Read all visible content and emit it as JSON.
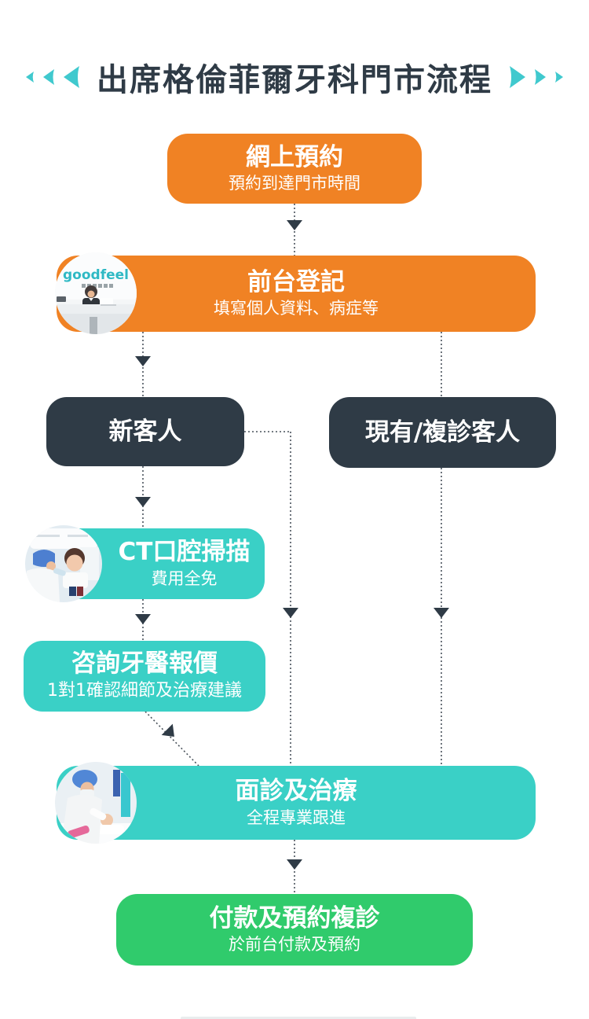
{
  "header": {
    "title": "出席格倫菲爾牙科門市流程"
  },
  "colors": {
    "accent_teal_arrows": "#40C9CE",
    "orange": "#F08224",
    "dark_navy": "#2F3B46",
    "teal": "#3AD0C6",
    "green": "#30CB6C",
    "connector_line": "#49525B",
    "title_text": "#2F3B46"
  },
  "flow": {
    "nodes": [
      {
        "id": "online-booking",
        "title": "網上預約",
        "subtitle": "預約到達門市時間",
        "color": "orange"
      },
      {
        "id": "front-desk-registration",
        "title": "前台登記",
        "subtitle": "填寫個人資料、病症等",
        "color": "orange",
        "photo": "goodfeel-reception-photo",
        "logo_text": "goodfeel"
      },
      {
        "id": "new-customer",
        "title": "新客人",
        "color": "dark"
      },
      {
        "id": "existing-returning-customer",
        "title": "現有/複診客人",
        "color": "dark"
      },
      {
        "id": "ct-oral-scan",
        "title": "CT口腔掃描",
        "subtitle": "費用全免",
        "color": "teal",
        "photo": "ct-scan-photo"
      },
      {
        "id": "dentist-consultation-quote",
        "title": "咨詢牙醫報價",
        "subtitle": "1對1確認細節及治療建議",
        "color": "teal"
      },
      {
        "id": "consultation-treatment",
        "title": "面診及治療",
        "subtitle": "全程專業跟進",
        "color": "teal",
        "photo": "dental-treatment-photo"
      },
      {
        "id": "payment-rebooking",
        "title": "付款及預約複診",
        "subtitle": "於前台付款及預約",
        "color": "green"
      }
    ],
    "edges": [
      {
        "from": "online-booking",
        "to": "front-desk-registration",
        "arrow": true,
        "style": "straight-dotted"
      },
      {
        "from": "front-desk-registration",
        "to": "new-customer",
        "arrow": true,
        "style": "straight-dotted"
      },
      {
        "from": "front-desk-registration",
        "to": "existing-returning-customer",
        "arrow": false,
        "style": "straight-dotted"
      },
      {
        "from": "new-customer",
        "to": "ct-oral-scan",
        "arrow": true,
        "style": "straight-dotted"
      },
      {
        "from": "new-customer",
        "to": "consultation-treatment",
        "arrow": true,
        "style": "elbow-right-dotted"
      },
      {
        "from": "existing-returning-customer",
        "to": "consultation-treatment",
        "arrow": true,
        "style": "straight-dotted"
      },
      {
        "from": "ct-oral-scan",
        "to": "dentist-consultation-quote",
        "arrow": true,
        "style": "straight-dotted"
      },
      {
        "from": "dentist-consultation-quote",
        "to": "consultation-treatment",
        "arrow": true,
        "style": "diagonal-dotted"
      },
      {
        "from": "consultation-treatment",
        "to": "payment-rebooking",
        "arrow": true,
        "style": "straight-dotted"
      }
    ]
  }
}
